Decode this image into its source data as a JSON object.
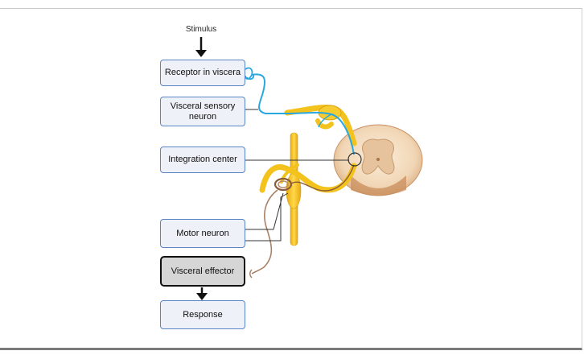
{
  "diagram": {
    "stimulus": "Stimulus",
    "receptor": "Receptor in viscera",
    "sensory_neuron": "Visceral sensory neuron",
    "integration_center": "Integration center",
    "motor_neuron": "Motor neuron",
    "effector": "Visceral effector",
    "response": "Response"
  },
  "colors": {
    "box_border": "#5b85c6",
    "box_fill": "#eef1f7",
    "sensory_nerve": "#29a8e0",
    "motor_nerve": "#a98267",
    "nerve_trunk": "#f4c21c",
    "spinal_cord": "#f2dcc0"
  }
}
